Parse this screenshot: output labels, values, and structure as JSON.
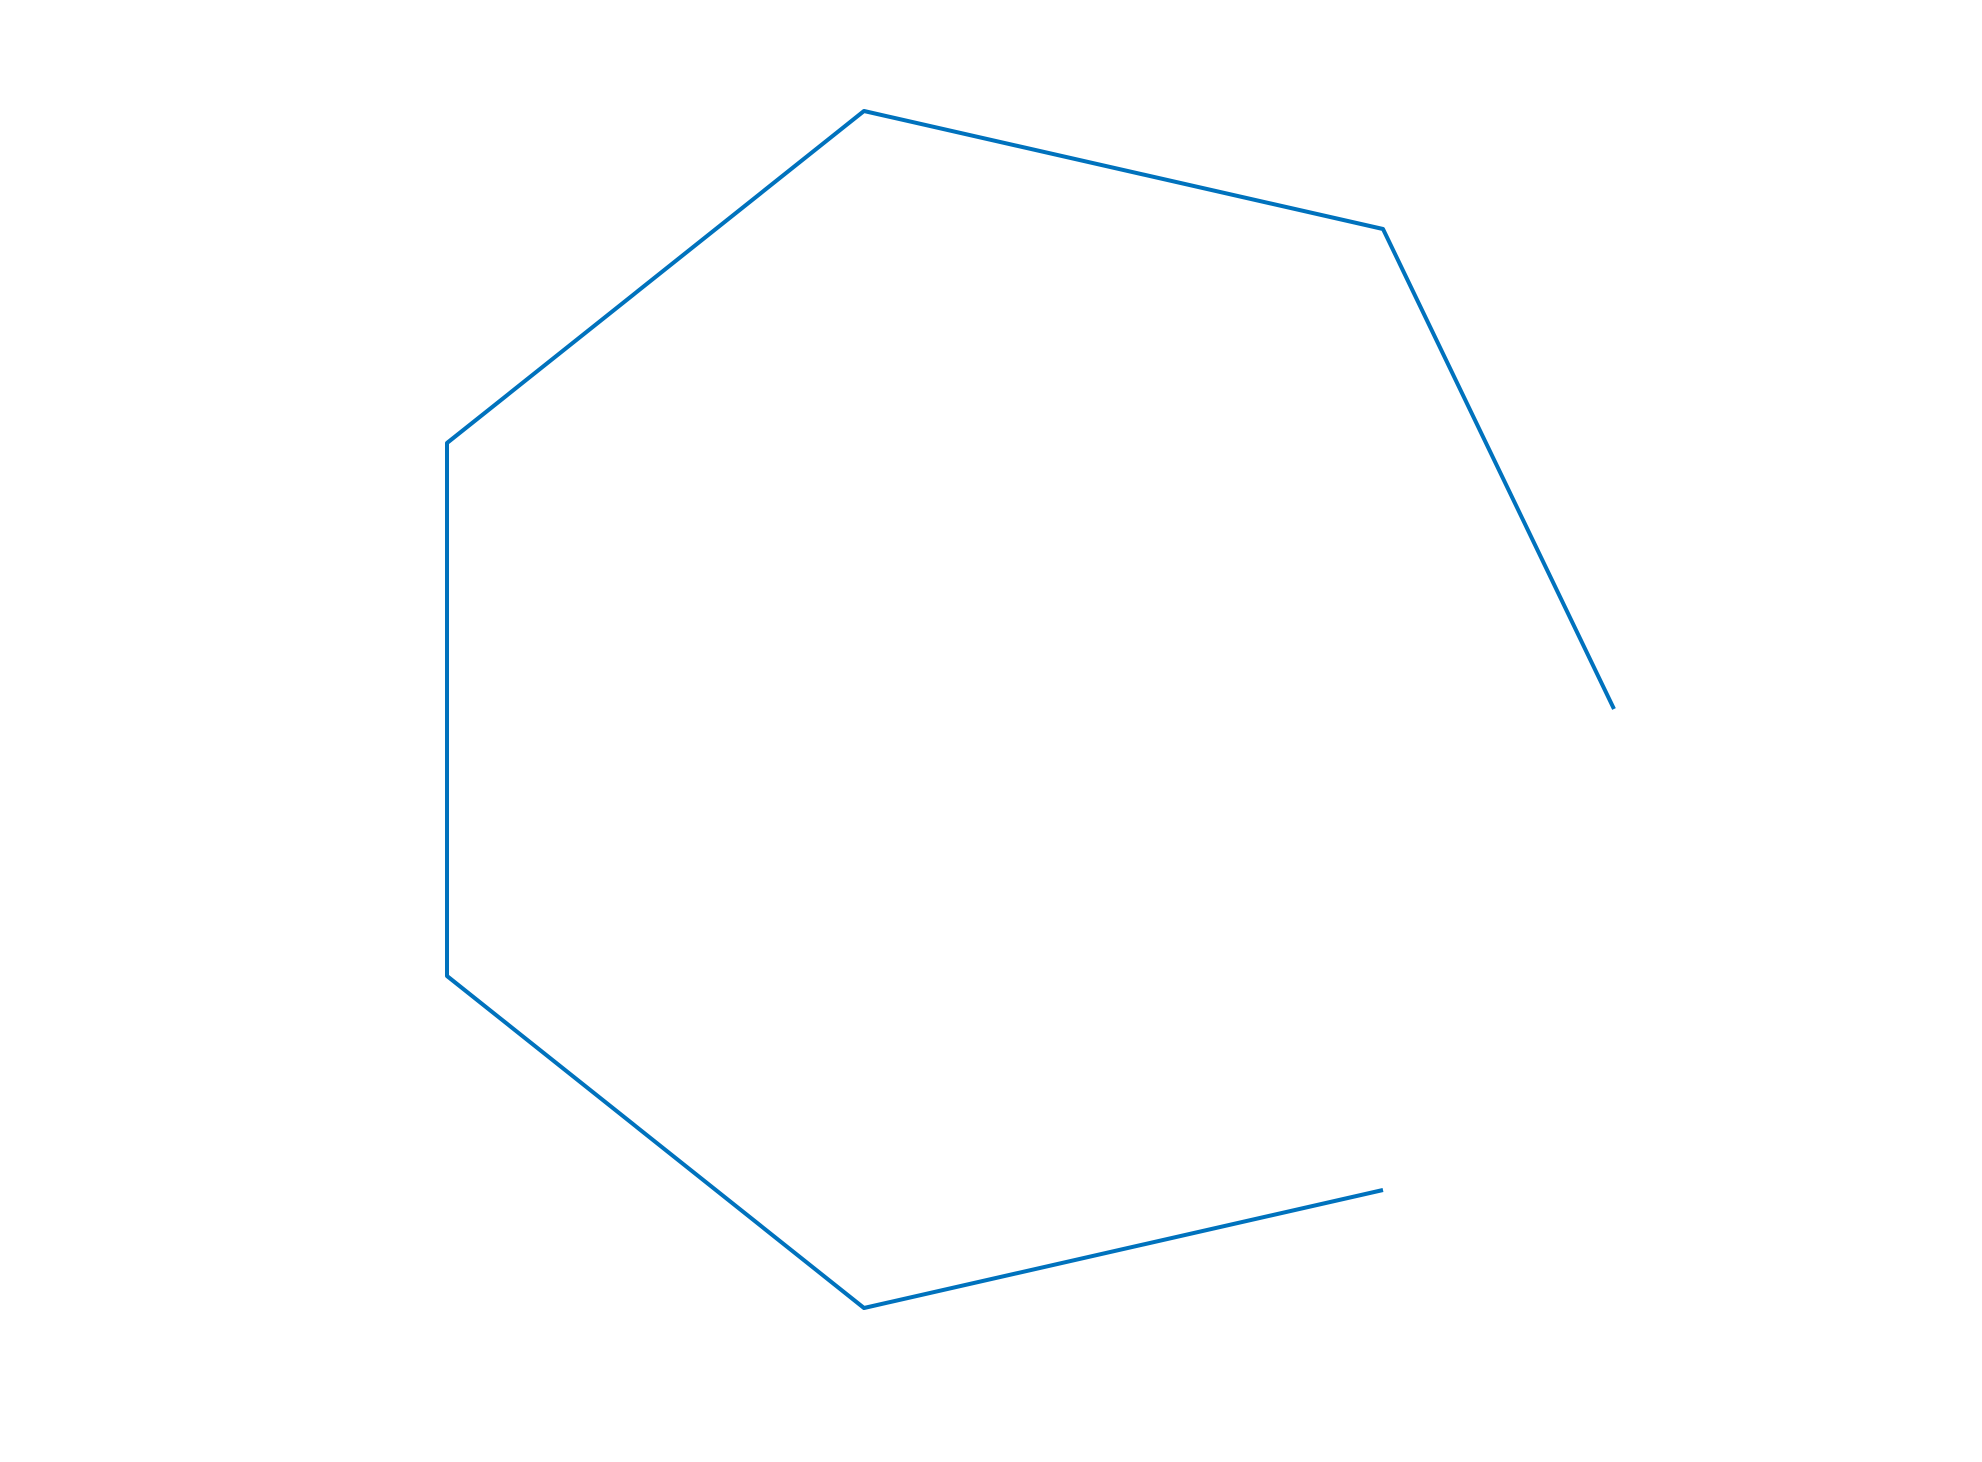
{
  "diagram": {
    "shape": "open-heptagon",
    "vertex_count": 7,
    "open_side_count": 1,
    "stroke_color": "#0072BD",
    "background_color": "#FFFFFF"
  }
}
